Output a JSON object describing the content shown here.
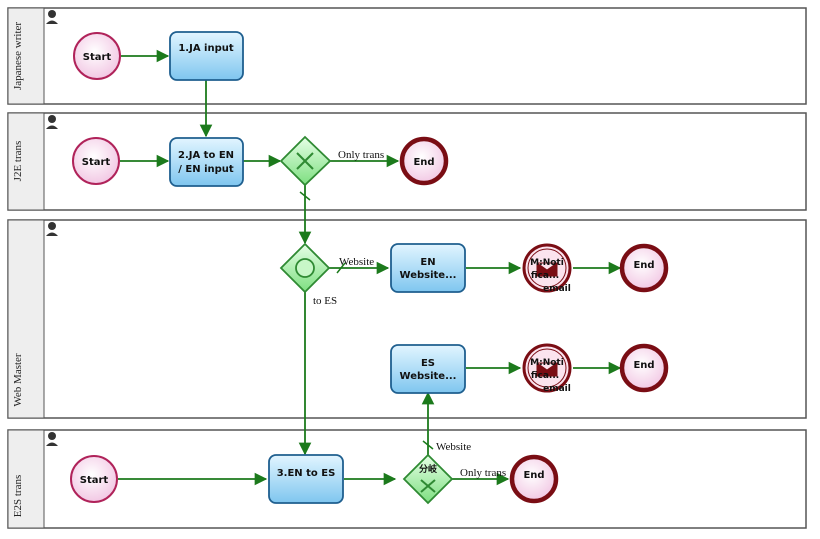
{
  "lanes": [
    {
      "title": "Japanese writer"
    },
    {
      "title": "J2E trans"
    },
    {
      "title": "Web Master"
    },
    {
      "title": "E2S trans"
    }
  ],
  "nodes": {
    "start_ja": "Start",
    "task_ja_input": "1.JA input",
    "start_j2e": "Start",
    "task_ja_to_en_line1": "2.JA to EN",
    "task_ja_to_en_line2": "/ EN input",
    "end_j2e": "End",
    "task_en_website_line1": "EN",
    "task_en_website_line2": "Website...",
    "msg_en_line1": "M:Noti",
    "msg_en_line2": "fica...",
    "msg_en_line3": "email",
    "end_en": "End",
    "task_es_website_line1": "ES",
    "task_es_website_line2": "Website...",
    "msg_es_line1": "M:Noti",
    "msg_es_line2": "fica...",
    "msg_es_line3": "email",
    "end_es": "End",
    "start_e2s": "Start",
    "task_en_to_es": "3.EN to ES",
    "gateway_branch": "分岐",
    "end_e2s": "End"
  },
  "flow_labels": {
    "only_trans_j2e": "Only trans",
    "website_wm": "Website",
    "to_es": "to ES",
    "website_e2s": "Website",
    "only_trans_e2s": "Only trans"
  },
  "colors": {
    "start_fill": "#f7d6ec",
    "start_stroke": "#b0235a",
    "end_stroke": "#7a0d14",
    "task_fill": "#9ed6f6",
    "task_stroke": "#1f5f8f",
    "gateway_fill": "#a8ecaa",
    "gateway_stroke": "#2f8a33",
    "flow": "#1c7a1c"
  }
}
